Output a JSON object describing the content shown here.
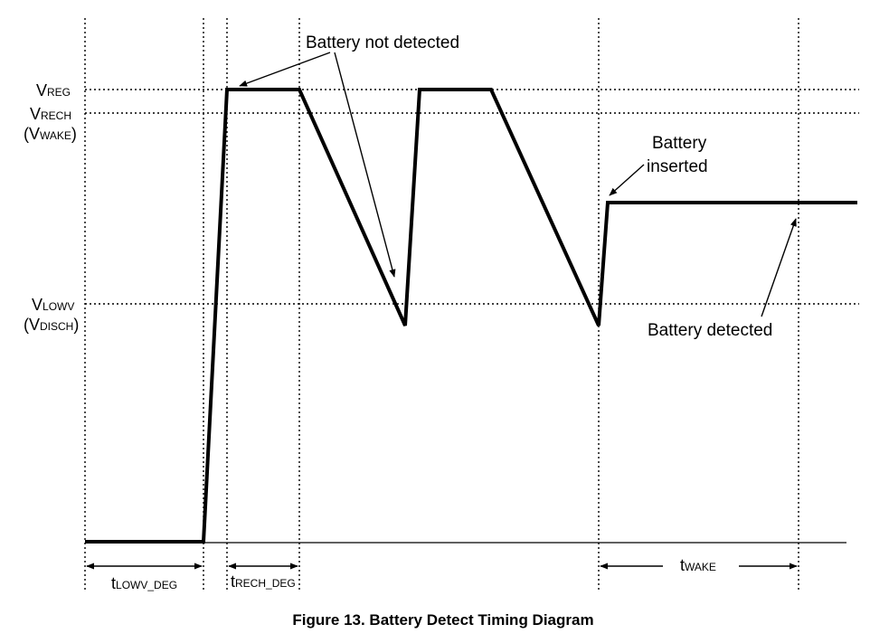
{
  "levels": {
    "vreg": {
      "main": "V",
      "sub": "REG"
    },
    "vrech": {
      "main": "V",
      "sub": "RECH"
    },
    "vwake": {
      "open": "(V",
      "sub": "WAKE",
      "close": ")"
    },
    "vlowv": {
      "main": "V",
      "sub": "LOWV"
    },
    "vdisch": {
      "open": "(V",
      "sub": "DISCH",
      "close": ")"
    }
  },
  "annotations": {
    "not_detected": "Battery not detected",
    "inserted_line1": "Battery",
    "inserted_line2": "inserted",
    "detected": "Battery detected"
  },
  "timing": {
    "tlowv_deg": {
      "main": "t",
      "sub": "LOWV_DEG"
    },
    "trech_deg": {
      "main": "t",
      "sub": "RECH_DEG"
    },
    "twake": {
      "main": "t",
      "sub": "WAKE"
    }
  },
  "caption": "Figure 13.  Battery Detect Timing Diagram"
}
